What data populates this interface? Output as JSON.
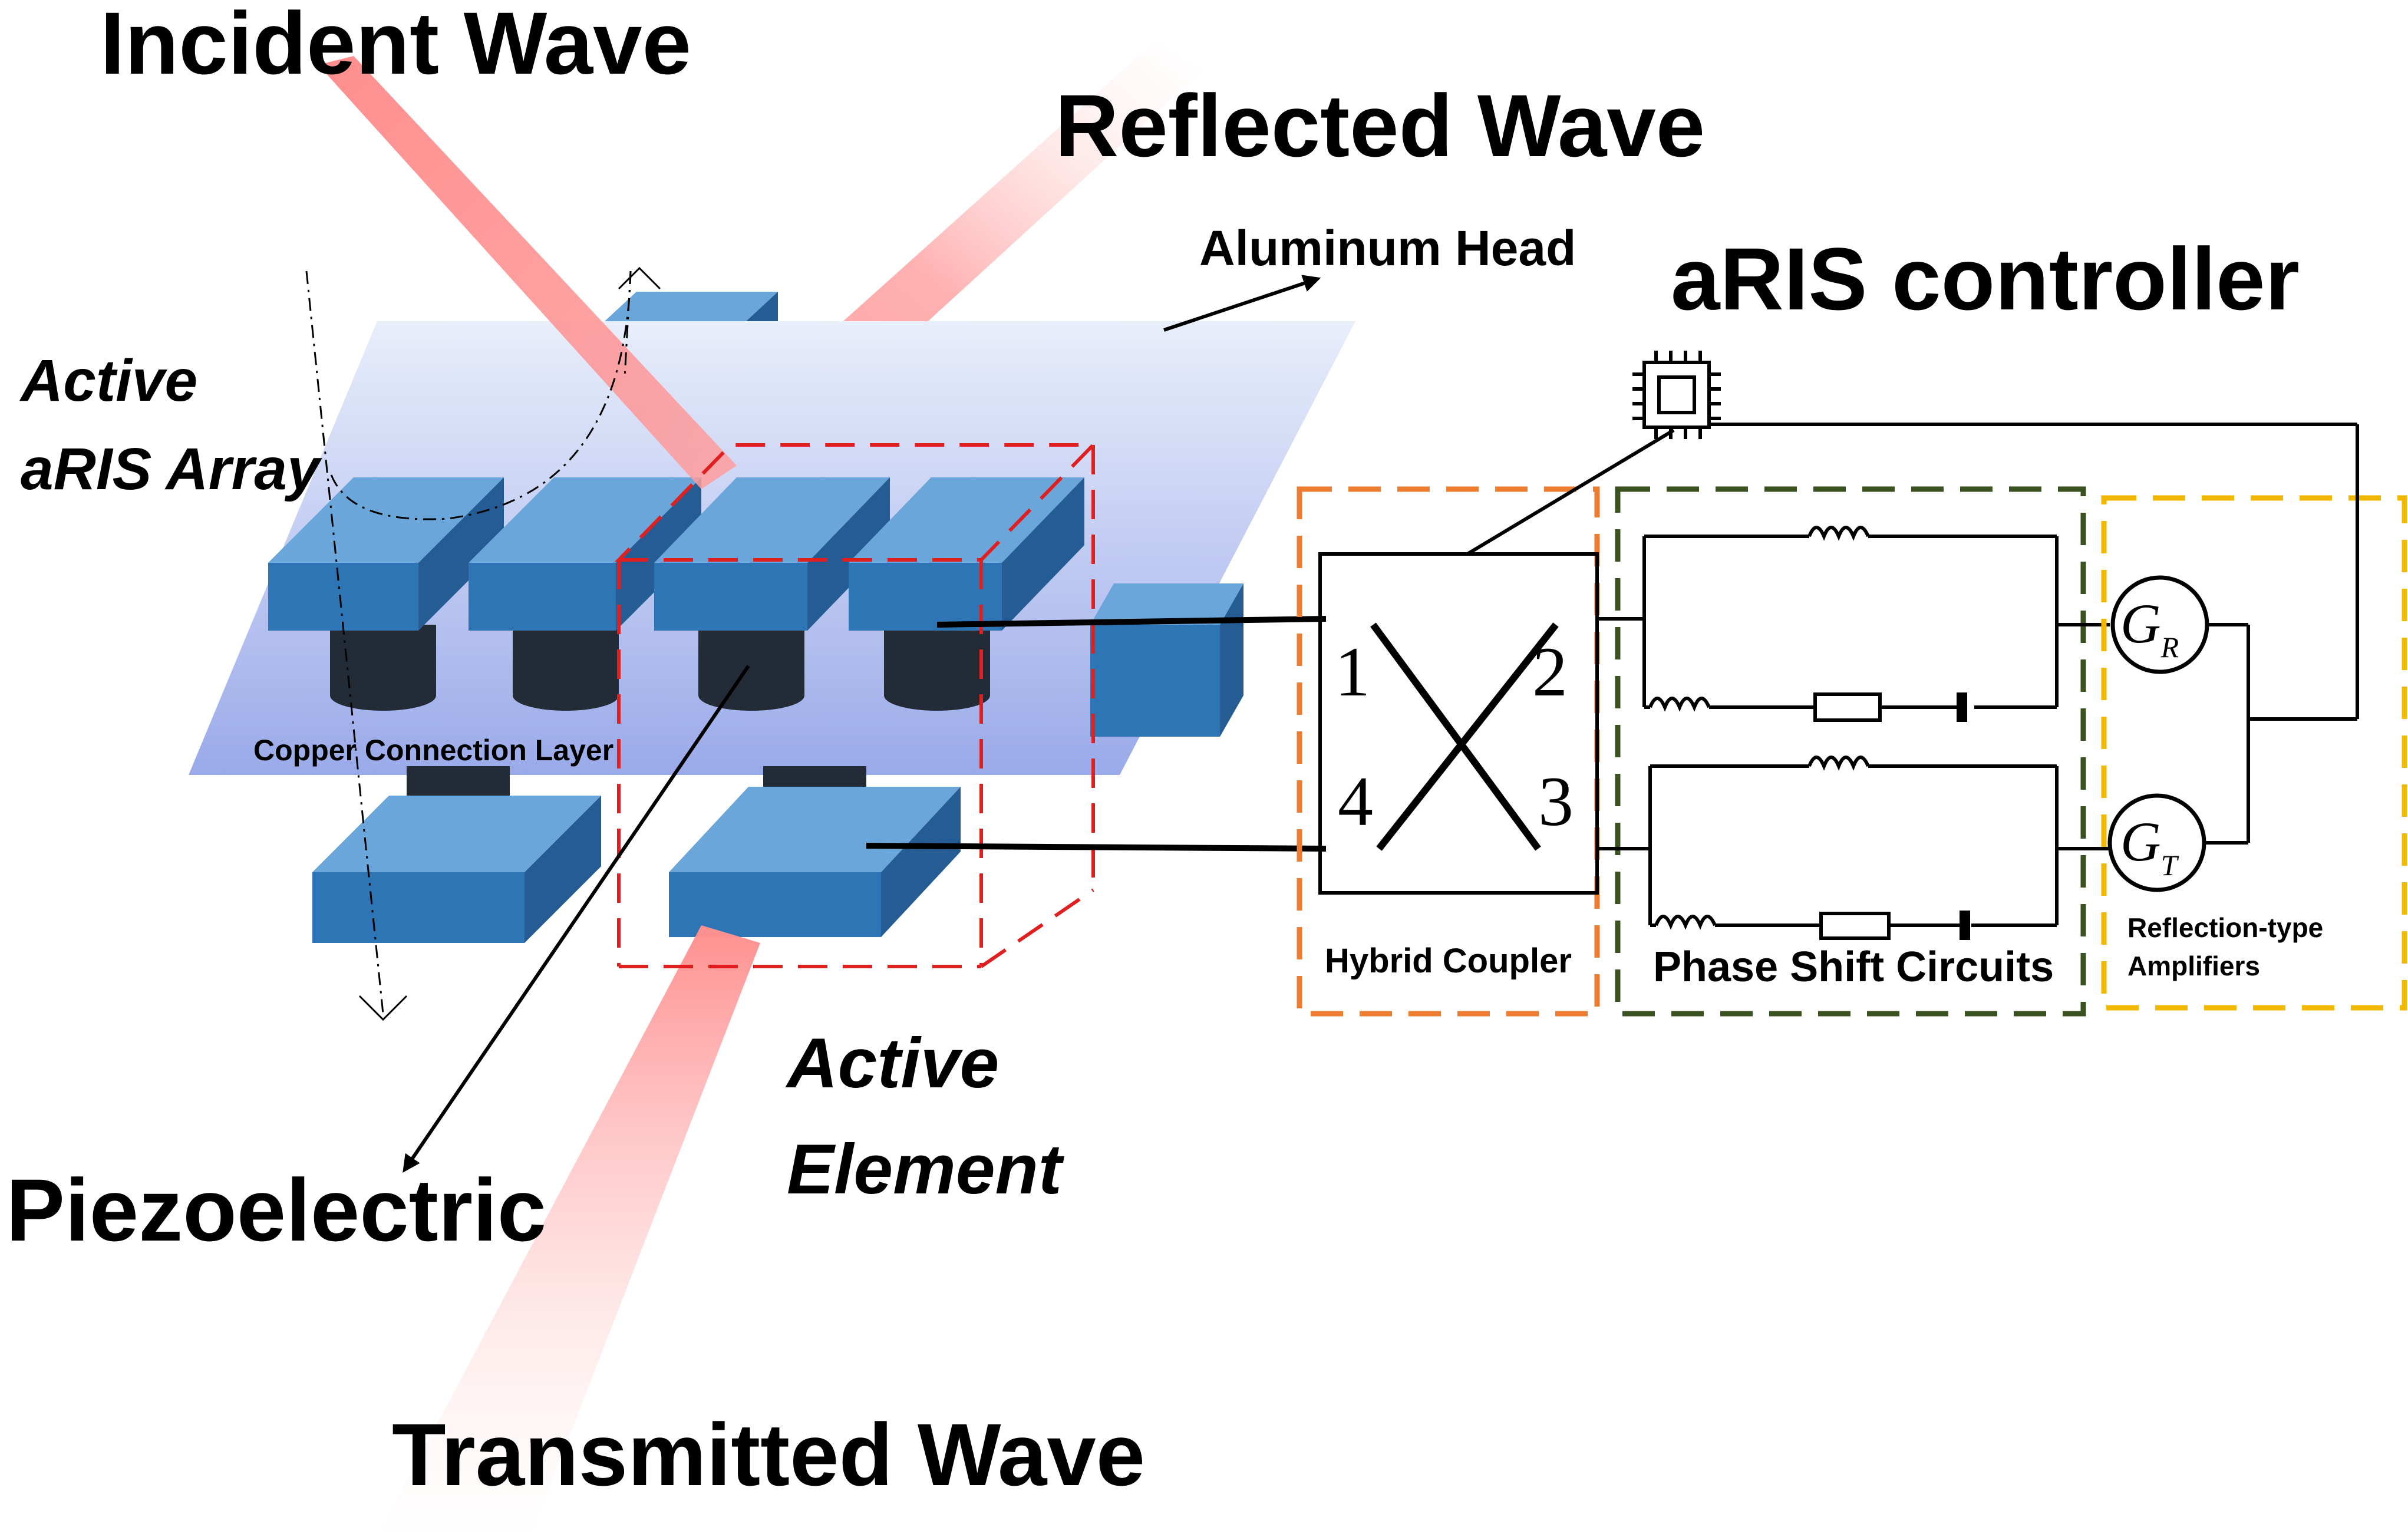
{
  "labels": {
    "incident_wave": "Incident Wave",
    "reflected_wave": "Reflected Wave",
    "transmitted_wave": "Transmitted Wave",
    "aluminum_head": "Aluminum Head",
    "aris_controller": "aRIS controller",
    "active_array_line1": "Active",
    "active_array_line2": "aRIS Array",
    "copper_layer": "Copper Connection Layer",
    "piezoelectric": "Piezoelectric",
    "active_element_line1": "Active",
    "active_element_line2": "Element",
    "hybrid_coupler": "Hybrid Coupler",
    "phase_shift_circuits": "Phase Shift Circuits",
    "amplifiers_line1": "Reflection-type",
    "amplifiers_line2": "Amplifiers"
  },
  "ports": {
    "p1": "1",
    "p2": "2",
    "p3": "3",
    "p4": "4"
  },
  "gains": {
    "g": "G",
    "r_sub": "R",
    "t_sub": "T"
  },
  "colors": {
    "block_front": "#2e75b6",
    "block_top": "#6aa6da",
    "block_side": "#255c93",
    "cylinder": "#232b37",
    "plane": "#9daeea",
    "wave": "#ff8f8f",
    "coupler_box": "#ed7d31",
    "phase_box": "#3a5220",
    "amp_box": "#f2b800",
    "element_box": "#e02020"
  }
}
